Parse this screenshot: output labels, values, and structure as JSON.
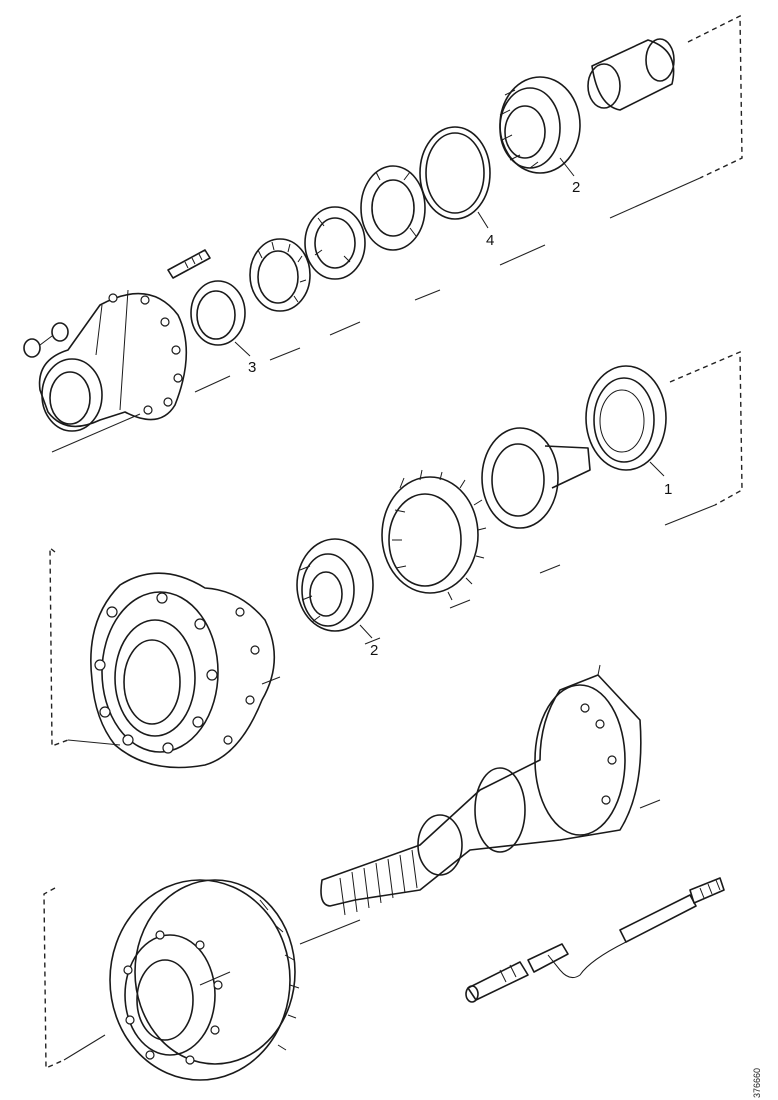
{
  "callouts": {
    "seal_outer": "1",
    "bearing_upper": "2",
    "bearing_middle": "2",
    "seal_hub": "3",
    "ring_retainer": "4"
  },
  "reference_code": "376660"
}
